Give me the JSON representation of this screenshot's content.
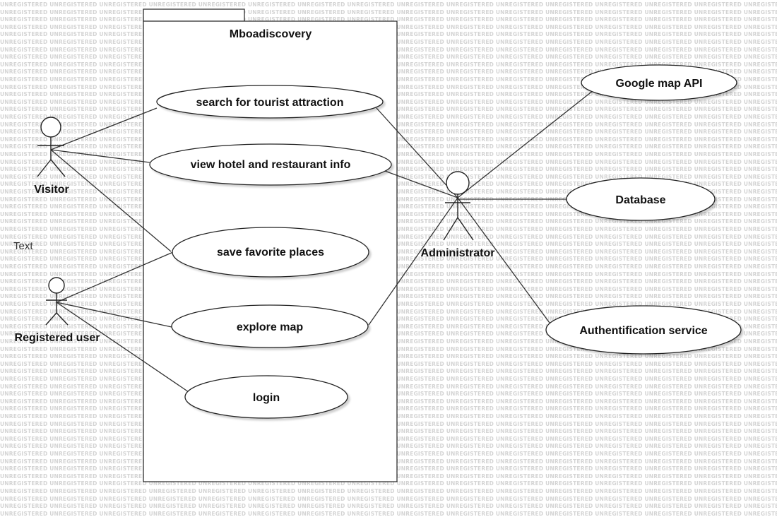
{
  "watermark_text": "UNREGISTERED",
  "system": {
    "title": "Mboadiscovery"
  },
  "free_text": "Text",
  "actors": {
    "visitor": "Visitor",
    "registered_user": "Registered user",
    "administrator": "Administrator"
  },
  "use_cases": {
    "search": "search for tourist attraction",
    "view_info": "view hotel and restaurant info",
    "save_favorites": "save favorite places",
    "explore_map": "explore map",
    "login": "login"
  },
  "external_services": {
    "google_map": "Google map API",
    "database": "Database",
    "auth": "Authentification service"
  }
}
